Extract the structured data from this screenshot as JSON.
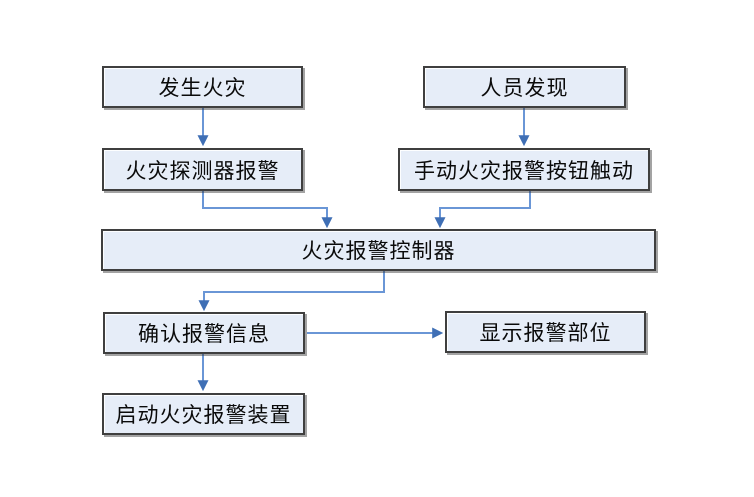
{
  "diagram": {
    "type": "flowchart",
    "nodes": [
      {
        "id": "fire-occurs",
        "label": "发生火灾"
      },
      {
        "id": "detector-alarm",
        "label": "火灾探测器报警"
      },
      {
        "id": "person-discovers",
        "label": "人员发现"
      },
      {
        "id": "manual-button",
        "label": "手动火灾报警按钮触动"
      },
      {
        "id": "alarm-controller",
        "label": "火灾报警控制器"
      },
      {
        "id": "confirm-info",
        "label": "确认报警信息"
      },
      {
        "id": "display-location",
        "label": "显示报警部位"
      },
      {
        "id": "start-alarm-device",
        "label": "启动火灾报警装置"
      }
    ],
    "edges": [
      {
        "from": "fire-occurs",
        "to": "detector-alarm"
      },
      {
        "from": "person-discovers",
        "to": "manual-button"
      },
      {
        "from": "detector-alarm",
        "to": "alarm-controller"
      },
      {
        "from": "manual-button",
        "to": "alarm-controller"
      },
      {
        "from": "alarm-controller",
        "to": "confirm-info"
      },
      {
        "from": "confirm-info",
        "to": "display-location"
      },
      {
        "from": "confirm-info",
        "to": "start-alarm-device"
      }
    ]
  },
  "colors": {
    "node_fill": "#e6edf8",
    "node_border": "#3f3f3f",
    "arrow_line": "#6a96d6",
    "arrow_head": "#3f6fb5",
    "background": "#ffffff",
    "text": "#0a0a0a"
  }
}
